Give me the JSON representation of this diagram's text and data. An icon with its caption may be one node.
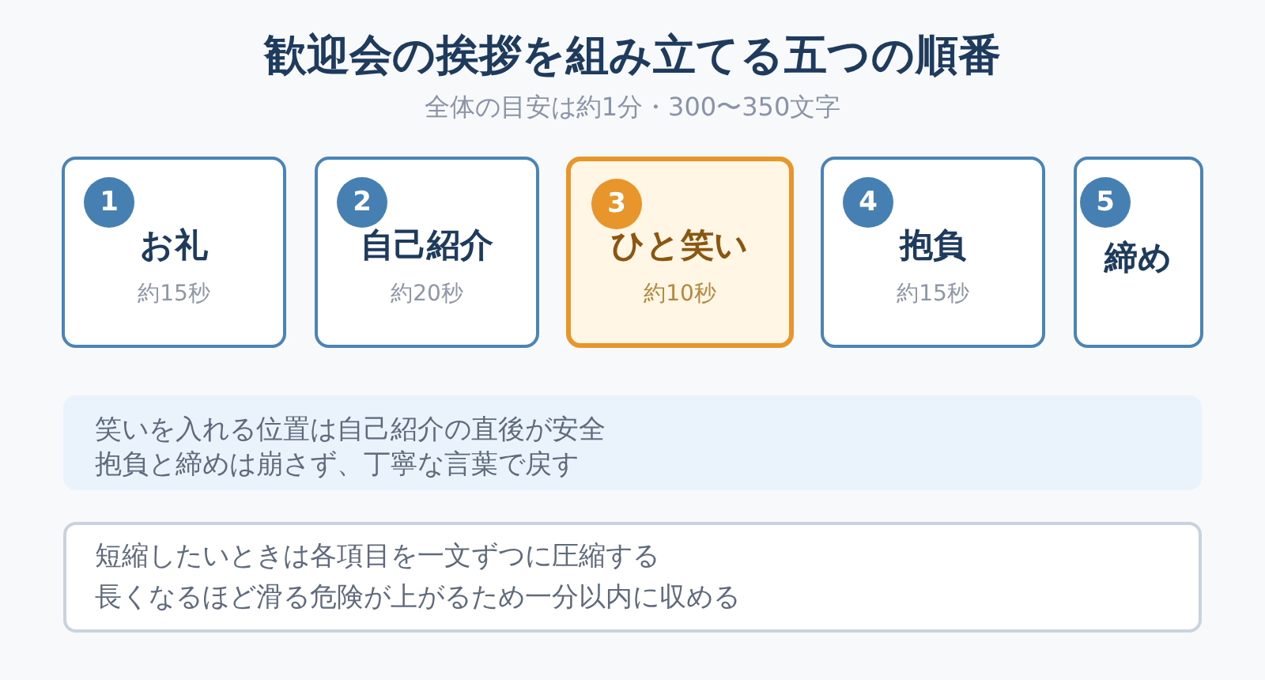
{
  "diagram": {
    "title": "歓迎会の挨拶を組み立てる五つの順番",
    "nodes": [
      {
        "text": [
          "お礼",
          "約15秒"
        ]
      },
      {
        "text": [
          "1"
        ],
        "in": 0
      },
      {
        "text": [
          "自己紹介",
          "約20秒"
        ]
      },
      {
        "text": [
          "2"
        ],
        "in": 2
      },
      {
        "text": [
          "ひと笑い",
          "約10秒"
        ]
      },
      {
        "text": [
          "3"
        ],
        "in": 4
      },
      {
        "text": [
          "抱負",
          "約15秒"
        ]
      },
      {
        "text": [
          "4"
        ],
        "in": 6
      },
      {
        "text": [
          "締め"
        ]
      },
      {
        "text": [
          "5"
        ],
        "in": 8
      },
      {
        "text": [
          "笑いを入れる位置は自己紹介の直後が安全",
          "抱負と締めは崩さず、丁寧な言葉で戻す"
        ]
      },
      {
        "text": [
          "短縮したいときは各項目を一文ずつに圧縮する",
          "長くなるほど滑る危険が上がるため一分以内に収める"
        ]
      }
    ],
    "labels": [
      "全体の目安は約1分・300〜350文字"
    ]
  }
}
